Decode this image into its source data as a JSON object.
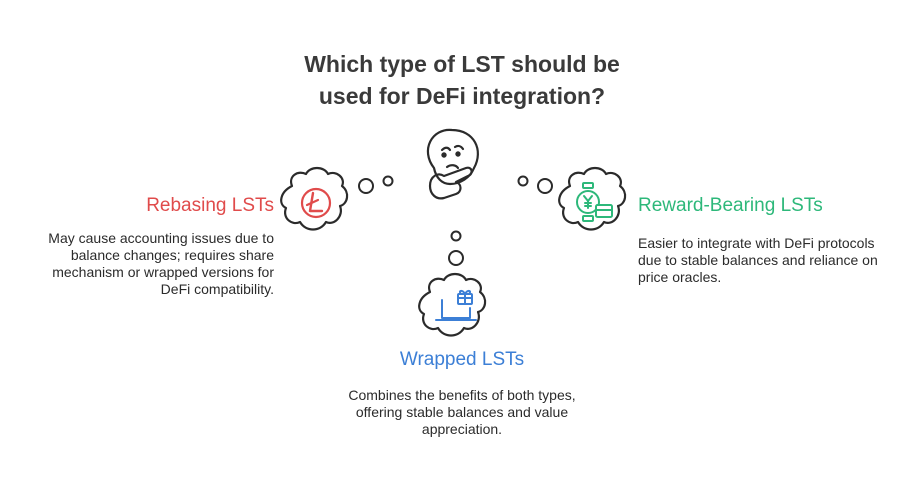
{
  "title": {
    "line1": "Which type of LST should be",
    "line2": "used for DeFi integration?"
  },
  "options": {
    "rebasing": {
      "heading": "Rebasing LSTs",
      "desc_lines": [
        "May cause accounting issues due to",
        "balance changes; requires share",
        "mechanism or wrapped versions for",
        "DeFi compatibility."
      ],
      "icon": "litecoin-icon",
      "color": "#e04b4b"
    },
    "reward": {
      "heading": "Reward-Bearing LSTs",
      "desc_lines": [
        "Easier to integrate with DeFi protocols",
        "due to stable balances and reliance on",
        "price oracles."
      ],
      "icon": "yen-watch-payment-icon",
      "color": "#2db87a"
    },
    "wrapped": {
      "heading": "Wrapped LSTs",
      "desc_lines": [
        "Combines the benefits of both types,",
        "offering stable balances and value",
        "appreciation."
      ],
      "icon": "laptop-gift-icon",
      "color": "#3c7fd6"
    }
  },
  "center_icon": "thinking-face-icon",
  "colors": {
    "title": "#3a3a3a",
    "outline": "#2b2b2b"
  }
}
